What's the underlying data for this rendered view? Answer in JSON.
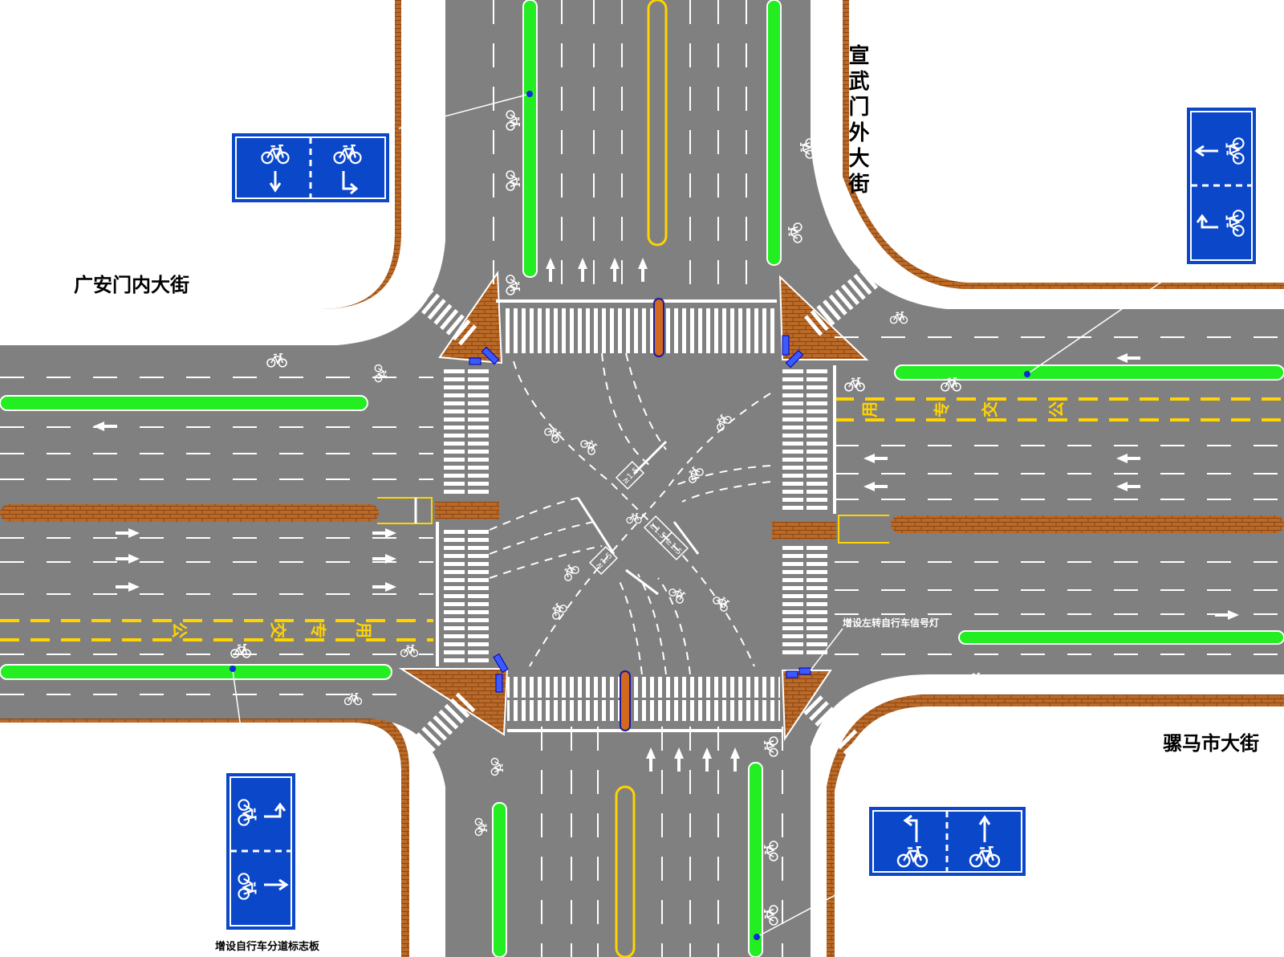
{
  "streets": {
    "west": "广安门内大街",
    "north": "宣武门外大街",
    "east": "骡马市大街"
  },
  "annotations": {
    "left_turn_bike_signal": "增设左转自行车信号灯",
    "bike_lane_sign": "增设自行车分道标志板"
  },
  "bus_lane_text": {
    "east_side": [
      "公",
      "交",
      "专",
      "用"
    ],
    "west_side": [
      "公",
      "交",
      "专",
      "用"
    ]
  },
  "stopline_ratio_labels": [
    "≥1.5",
    "≥1.5",
    "≥1.5",
    "≥1.5"
  ],
  "colors": {
    "asphalt": "#808080",
    "sidewalk_brick": "#b5651d",
    "median_green": "#22ee22",
    "sign_blue": "#0a47c9",
    "lane_yellow": "#ffd400"
  },
  "icons": {
    "sign_bike": "bicycle-icon",
    "sign_arrow": "arrow-icon",
    "signal": "bike-signal-icon"
  }
}
